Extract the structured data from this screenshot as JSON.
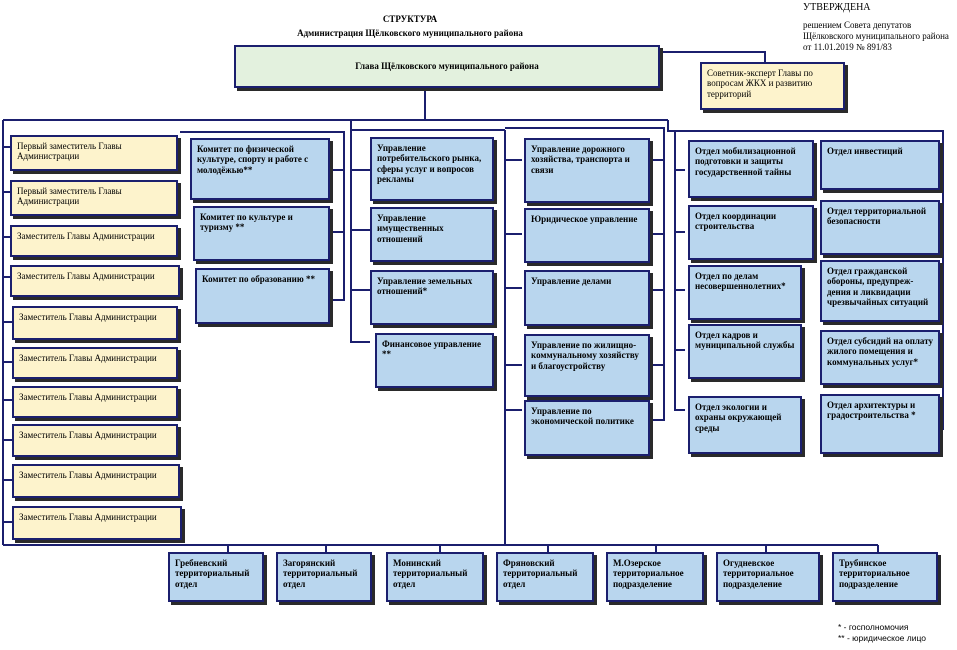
{
  "header": {
    "title": "СТРУКТУРА",
    "subtitle": "Администрация Щёлковского муниципального района"
  },
  "approval": {
    "line1": "УТВЕРЖДЕНА",
    "line2": "решением Совета депутатов",
    "line3": "Щёлковского муниципального района",
    "line4": "от 11.01.2019 № 891/83"
  },
  "head": "Глава Щёлковского муниципального района",
  "advisor": "Советник-эксперт Главы по вопросам ЖКХ и развитию территорий",
  "deputies": [
    "Первый заместитель Главы Администрации",
    "Первый заместитель Главы Администрации",
    "Заместитель Главы Администрации",
    "Заместитель Главы Администрации",
    "Заместитель Главы Администрации",
    "Заместитель Главы Администрации",
    "Заместитель Главы Администрации",
    "Заместитель Главы Администрации",
    "Заместитель Главы Администрации",
    "Заместитель Главы Администрации"
  ],
  "committees": [
    "Комитет по физической культуре, спорту и работе с молодёжью**",
    "Комитет по культуре и туризму **",
    "Комитет по образованию **"
  ],
  "directorates_a": [
    "Управление потребительского рынка, сферы услуг и вопросов рекламы",
    "Управление имущественных отношений",
    "Управление земельных отношений*",
    "Финансовое управление **"
  ],
  "directorates_b": [
    "Управление дорожного хозяйства, транспорта и связи",
    "Юридическое управление",
    "Управление делами",
    "Управление по жилищно-коммунальному хозяйству и благоустройству",
    "Управление по экономической политике"
  ],
  "departments_a": [
    "Отдел мобилизационной подготовки и защиты государственной тайны",
    "Отдел координации строительства",
    "Отдел по делам несовершеннолетних*",
    "Отдел кадров и муниципальной службы",
    "Отдел экологии и охраны окружающей среды"
  ],
  "departments_b": [
    "Отдел инвестиций",
    "Отдел территориальной безопасности",
    "Отдел гражданской обороны, предупреж-дения и ликвидации чрезвычайных ситуаций",
    "Отдел субсидий на оплату жилого помещения и коммунальных услуг*",
    "Отдел архитектуры и градостроительства *"
  ],
  "territorial": [
    "Гребневский территориальный отдел",
    "Загорянский территориальный отдел",
    "Монинский территориальный отдел",
    "Фряновский территориальный отдел",
    "М.Озерское территориальное подразделение",
    "Огудневское территориальное подразделение",
    "Трубинское территориальное подразделение"
  ],
  "legend": {
    "single": "* - госполномочия",
    "double": "** - юридическое лицо"
  },
  "colors": {
    "border": "#1b1f6e",
    "unit_fill": "#b9d6ee",
    "deputy_fill": "#fdf3cc",
    "head_fill": "#e3f1de",
    "line": "#1b1f6e"
  }
}
